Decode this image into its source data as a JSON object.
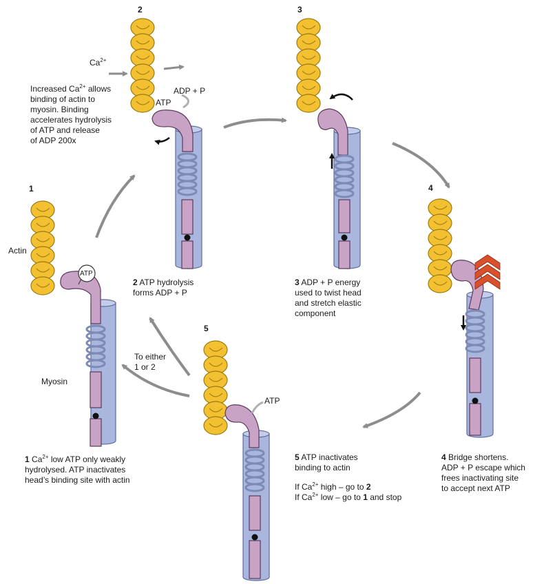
{
  "stages": [
    {
      "number": "1",
      "caption_num": "1",
      "caption_a": "Ca",
      "caption_b": " low ATP only weakly",
      "caption_lines": [
        "hydrolysed. ATP inactivates",
        "head’s binding site with actin"
      ]
    },
    {
      "number": "2",
      "caption_num": "2",
      "caption_lines": [
        " ATP hydrolysis",
        "forms ADP + P"
      ]
    },
    {
      "number": "3",
      "caption_num": "3",
      "caption_lines": [
        " ADP + P energy",
        "used to twist head",
        "and stretch elastic",
        "component"
      ]
    },
    {
      "number": "4",
      "caption_num": "4",
      "caption_lines": [
        " Bridge shortens.",
        "ADP + P escape which",
        "frees inactivating site",
        "to accept next ATP"
      ]
    },
    {
      "number": "5",
      "caption_num": "5",
      "caption_lines": [
        " ATP inactivates",
        "binding to actin"
      ]
    }
  ],
  "labels": {
    "actin": "Actin",
    "myosin": "Myosin",
    "atp": "ATP",
    "adp_p": "ADP + P",
    "ca": "Ca",
    "ca_charge": "2+",
    "to_either": [
      "To either",
      "1 or 2"
    ]
  },
  "intro": {
    "line1_a": "Increased Ca",
    "line1_b": " allows",
    "lines": [
      "binding of actin to",
      "myosin. Binding",
      "accelerates hydrolysis",
      "of ATP and release",
      "of ADP 200x"
    ]
  },
  "stage5_rule": {
    "high_a": "If Ca",
    "high_b": " high – go to ",
    "high_c": "2",
    "low_a": "If Ca",
    "low_b": " low – go to ",
    "low_c": "1",
    "low_d": " and stop"
  },
  "colors": {
    "actin": "#f2c030",
    "actin_edge": "#9a7a10",
    "myosin": "#c9a3c6",
    "myosin_edge": "#5a3a5a",
    "thick": "#a9b6dd",
    "thick_edge": "#5e6c9c",
    "spring": "#7d8ab5",
    "arrow": "#8d8d8d",
    "chevron": "#d9502c"
  }
}
